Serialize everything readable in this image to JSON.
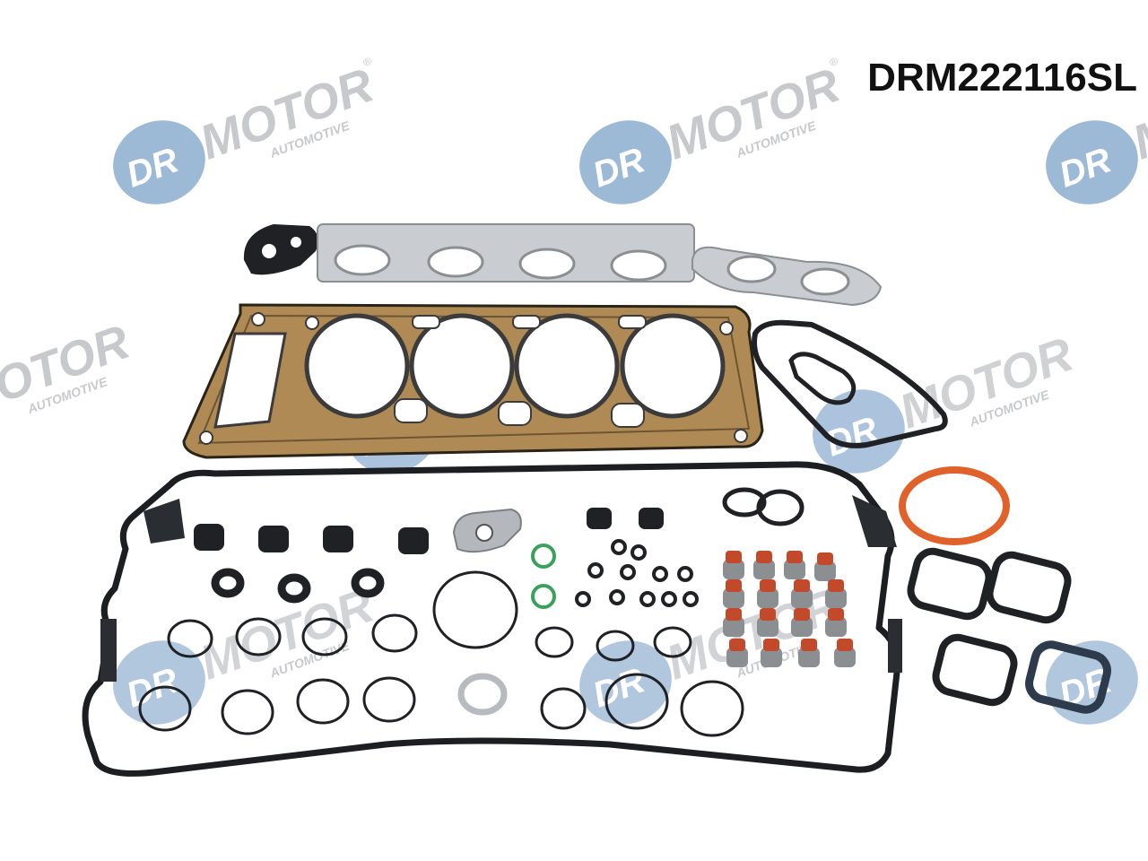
{
  "product": {
    "code": "DRM222116SL"
  },
  "watermark": {
    "logo_prefix": "DR",
    "logo_brand": "MOTOR",
    "logo_tagline": "AUTOMOTIVE",
    "registered": "®",
    "colors": {
      "circle": "#9cb9d6",
      "circle_text": "#ffffff",
      "brand_text": "#c7c9cc"
    }
  },
  "photo": {
    "subject": "engine head gasket set",
    "colors": {
      "background": "#ffffff",
      "multilayer_steel": "#8c8f92",
      "copper_coating": "#b08a55",
      "rubber_black": "#1c1e21",
      "valve_stem_seal": "#c24a2a",
      "o_ring_green": "#3aa05a",
      "intake_seal_orange": "#e0612a"
    }
  }
}
